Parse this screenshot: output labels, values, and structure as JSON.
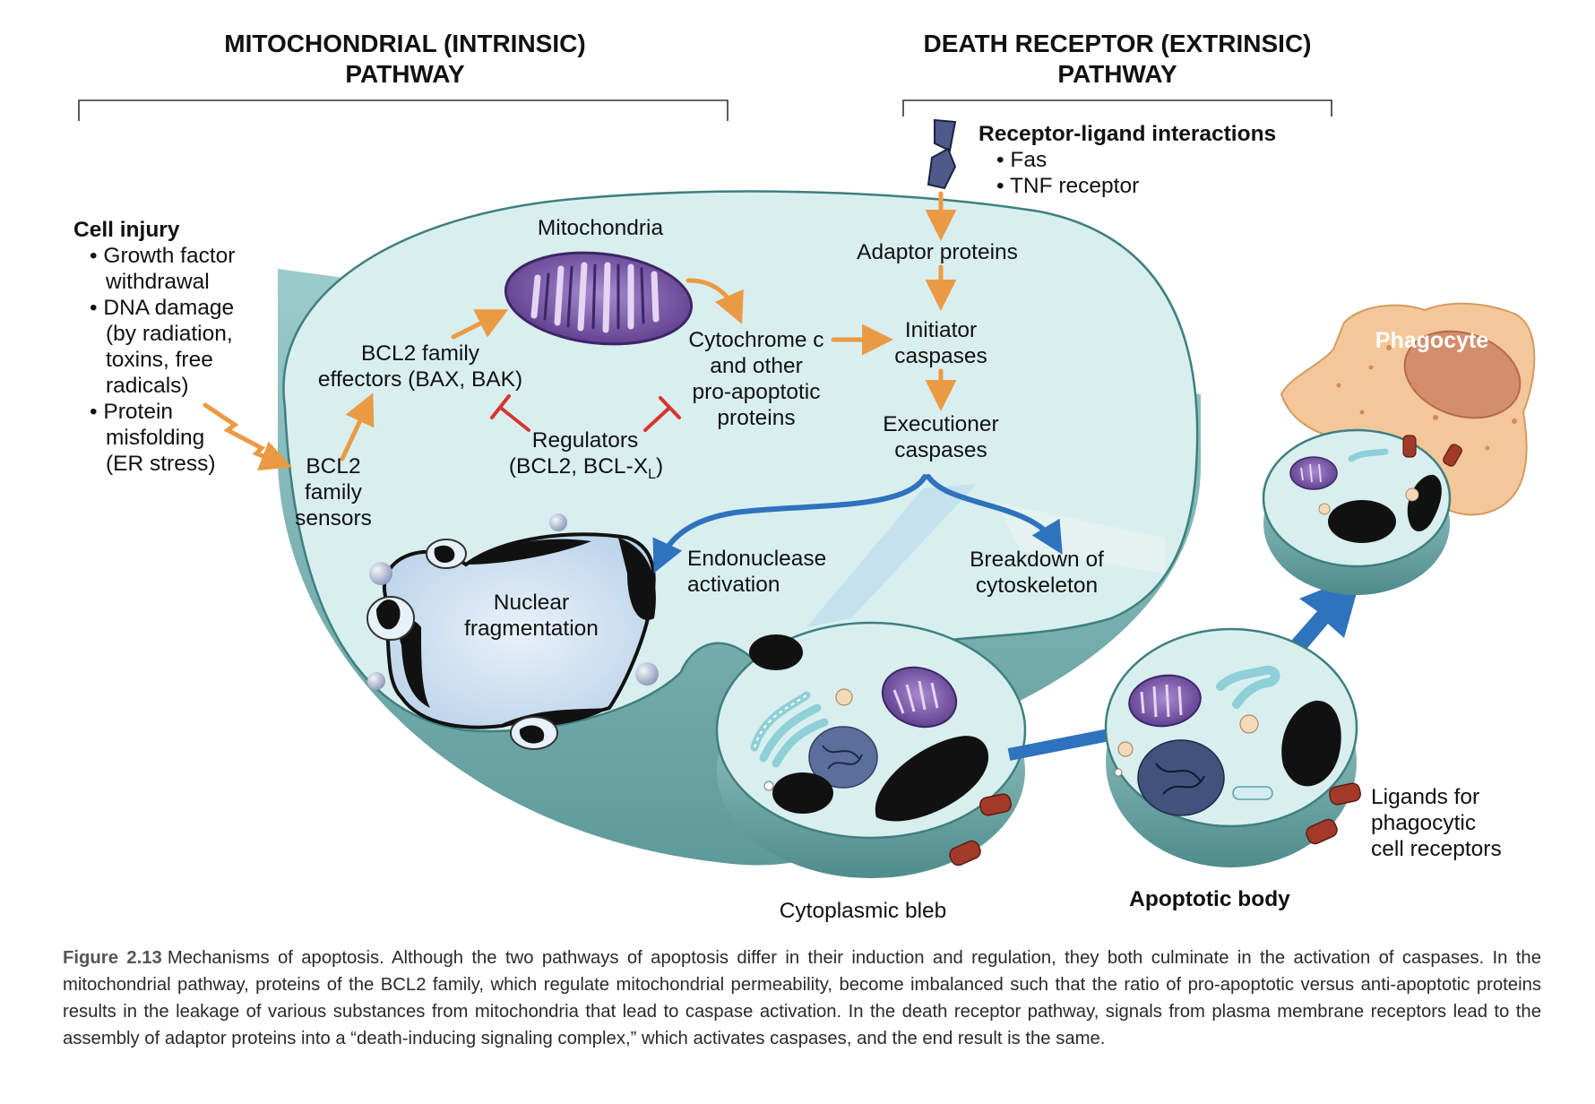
{
  "headings": {
    "intrinsic_line1": "MITOCHONDRIAL (INTRINSIC)",
    "intrinsic_line2": "PATHWAY",
    "extrinsic_line1": "DEATH RECEPTOR (EXTRINSIC)",
    "extrinsic_line2": "PATHWAY"
  },
  "cell_injury": {
    "title": "Cell injury",
    "lines": [
      "• Growth factor",
      "withdrawal",
      "• DNA damage",
      "(by radiation,",
      "toxins, free",
      "radicals)",
      "• Protein",
      "misfolding",
      "(ER stress)"
    ]
  },
  "receptor": {
    "title": "Receptor-ligand interactions",
    "items": [
      "• Fas",
      "• TNF receptor"
    ]
  },
  "labels": {
    "mitochondria": "Mitochondria",
    "bcl2_effectors": [
      "BCL2 family",
      "effectors (BAX, BAK)"
    ],
    "bcl2_sensors": [
      "BCL2",
      "family",
      "sensors"
    ],
    "regulators": "Regulators",
    "regulators_detail_main": "(BCL2, BCL-X",
    "regulators_detail_sub": "L",
    "regulators_detail_end": ")",
    "cytochrome": [
      "Cytochrome c",
      "and other",
      "pro-apoptotic",
      "proteins"
    ],
    "adaptor": "Adaptor proteins",
    "initiator": [
      "Initiator",
      "caspases"
    ],
    "executioner": [
      "Executioner",
      "caspases"
    ],
    "endonuclease": [
      "Endonuclease",
      "activation"
    ],
    "breakdown": [
      "Breakdown of",
      "cytoskeleton"
    ],
    "nuclear": [
      "Nuclear",
      "fragmentation"
    ],
    "phagocyte": "Phagocyte",
    "ligands": [
      "Ligands for",
      "phagocytic",
      "cell receptors"
    ],
    "apoptotic_body": "Apoptotic body",
    "cytoplasmic_bleb": "Cytoplasmic bleb"
  },
  "caption": {
    "label": "Figure 2.13",
    "text": "Mechanisms of apoptosis. Although the two pathways of apoptosis differ in their induction and regulation, they both culminate in the activation of caspases. In the mitochondrial pathway, proteins of the BCL2 family, which regulate mitochondrial permeability, become imbalanced such that the ratio of pro-apoptotic versus anti-apoptotic proteins results in the leakage of various substances from mitochondria that lead to caspase activation. In the death receptor pathway, signals from plasma membrane receptors lead to the assembly of adaptor proteins into a “death-inducing signaling complex,” which activates caspases, and the end result is the same."
  },
  "colors": {
    "cell_fill": "#d9efef",
    "cell_side": "#6fa9a9",
    "arrow_orange": "#eb9a44",
    "arrow_blue": "#2f72bd",
    "inhibit_red": "#d8342f",
    "mito_purple": "#7b56a8",
    "phagocyte": "#f4c79a"
  }
}
